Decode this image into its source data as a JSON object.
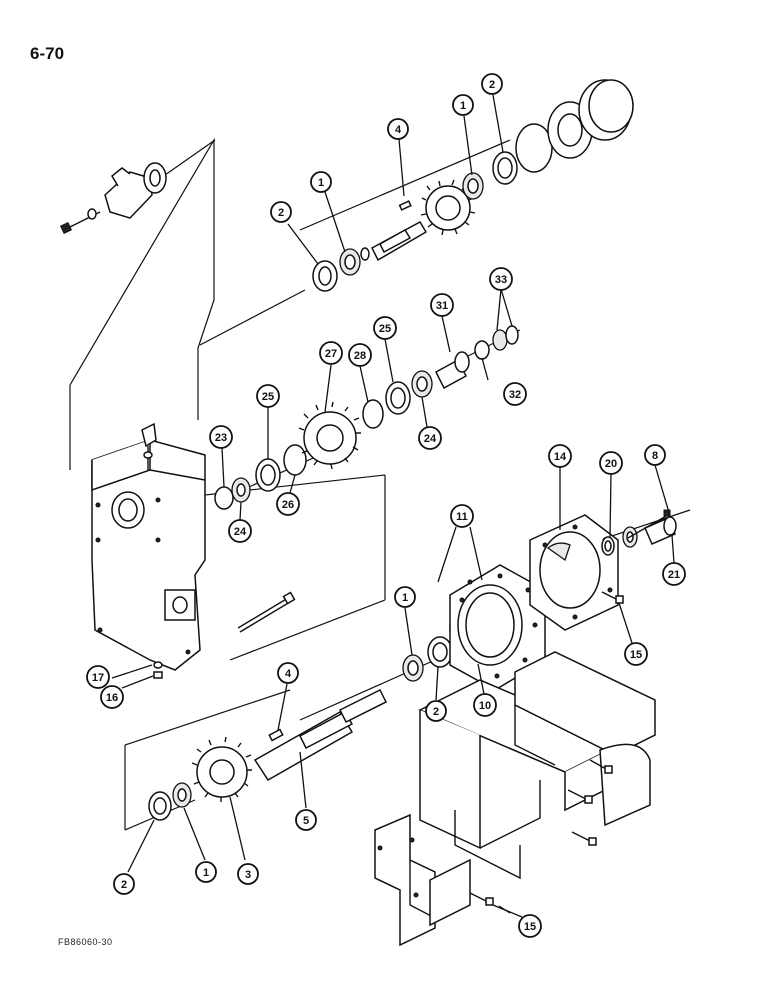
{
  "page": {
    "page_number": "6-70",
    "figure_code": "FB86060-30"
  },
  "callouts": [
    {
      "id": "c-2-top",
      "label": "2"
    },
    {
      "id": "c-1-top",
      "label": "1"
    },
    {
      "id": "c-4-top",
      "label": "4"
    },
    {
      "id": "c-1-upper-right",
      "label": "1"
    },
    {
      "id": "c-2-upper-right",
      "label": "2"
    },
    {
      "id": "c-33",
      "label": "33"
    },
    {
      "id": "c-31",
      "label": "31"
    },
    {
      "id": "c-32",
      "label": "32"
    },
    {
      "id": "c-27",
      "label": "27"
    },
    {
      "id": "c-28",
      "label": "28"
    },
    {
      "id": "c-25-right",
      "label": "25"
    },
    {
      "id": "c-24-right",
      "label": "24"
    },
    {
      "id": "c-25-left",
      "label": "25"
    },
    {
      "id": "c-23",
      "label": "23"
    },
    {
      "id": "c-24-left",
      "label": "24"
    },
    {
      "id": "c-26",
      "label": "26"
    },
    {
      "id": "c-14",
      "label": "14"
    },
    {
      "id": "c-20",
      "label": "20"
    },
    {
      "id": "c-8",
      "label": "8"
    },
    {
      "id": "c-21",
      "label": "21"
    },
    {
      "id": "c-11",
      "label": "11"
    },
    {
      "id": "c-15-mid",
      "label": "15"
    },
    {
      "id": "c-1-mid",
      "label": "1"
    },
    {
      "id": "c-2-mid",
      "label": "2"
    },
    {
      "id": "c-10",
      "label": "10"
    },
    {
      "id": "c-4-lower",
      "label": "4"
    },
    {
      "id": "c-17",
      "label": "17"
    },
    {
      "id": "c-16",
      "label": "16"
    },
    {
      "id": "c-5",
      "label": "5"
    },
    {
      "id": "c-2-bottom",
      "label": "2"
    },
    {
      "id": "c-1-bottom",
      "label": "1"
    },
    {
      "id": "c-3",
      "label": "3"
    },
    {
      "id": "c-15-bottom",
      "label": "15"
    }
  ]
}
